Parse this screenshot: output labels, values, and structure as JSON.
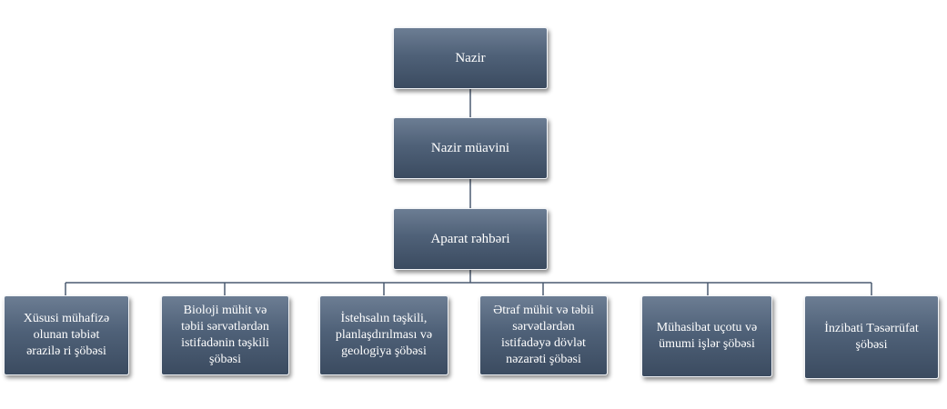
{
  "chart": {
    "nodes": {
      "minister": "Nazir",
      "deputy": "Nazir müavini",
      "chief_of_staff": "Aparat  rəhbəri"
    },
    "departments": [
      "Xüsusi  mühafizə olunan  təbiət ərazilə ri şöbəsi",
      "Bioloji  mühit  və təbii  sərvətlərdən istifadənin  təşkili şöbəsi",
      "İstehsalın  təşkili, planlaşdırılması və  geologiya şöbəsi",
      "Ətraf mühit və təbii  sərvətlərdən istifadəyə  dövlət nəzarəti şöbəsi",
      "Mühasibat  uçotu və  ümumi  işlər şöbəsi",
      "İnzibati  Təsərrüfat şöbəsi"
    ]
  },
  "colors": {
    "box_top": "#6c7d93",
    "box_bottom": "#3b4b60",
    "connector": "#4a5a70",
    "text": "#ffffff"
  }
}
